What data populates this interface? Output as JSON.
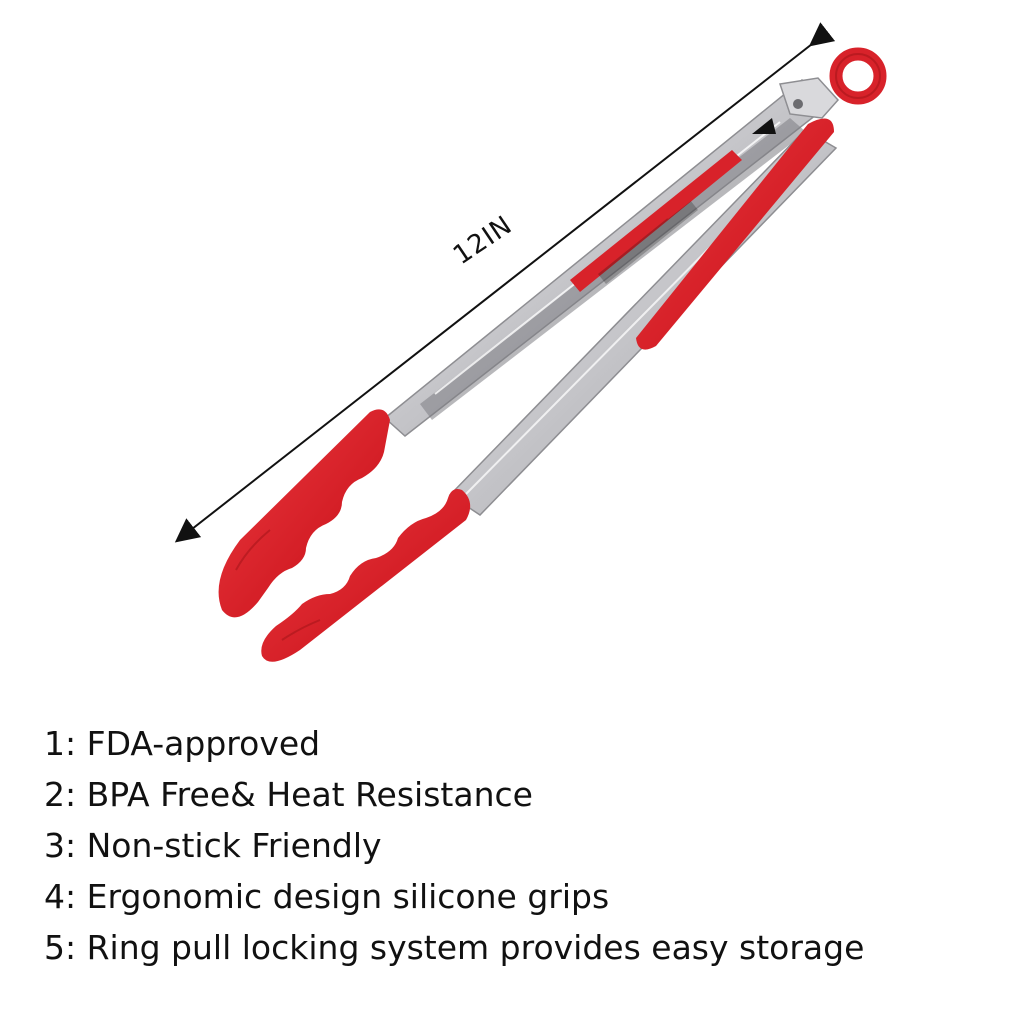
{
  "product": {
    "name": "kitchen-tongs",
    "colors": {
      "silicone": "#d8222a",
      "silicone_dark": "#a8151b",
      "steel": "#c9c9cb",
      "steel_dark": "#8e8e92",
      "steel_light": "#ececee"
    }
  },
  "dimension": {
    "label": "12IN"
  },
  "features": [
    "1: FDA-approved",
    "2: BPA Free& Heat Resistance",
    "3: Non-stick Friendly",
    "4: Ergonomic design silicone grips",
    "5: Ring pull locking system provides easy storage"
  ]
}
